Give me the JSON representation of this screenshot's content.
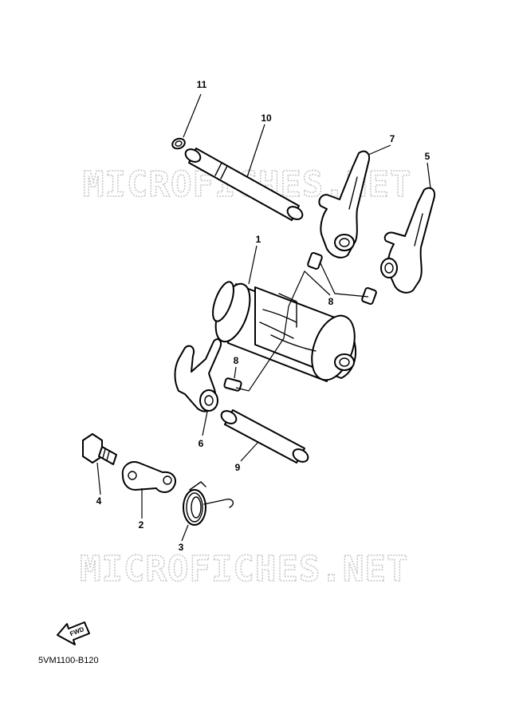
{
  "watermark": "MICROFICHES.NET",
  "diagram_code": "5VM1100-B120",
  "fwd_label": "FWD",
  "callouts": {
    "c1": "1",
    "c2": "2",
    "c3": "3",
    "c4": "4",
    "c5": "5",
    "c6": "6",
    "c7": "7",
    "c8a": "8",
    "c8b": "8",
    "c9": "9",
    "c10": "10",
    "c11": "11"
  }
}
